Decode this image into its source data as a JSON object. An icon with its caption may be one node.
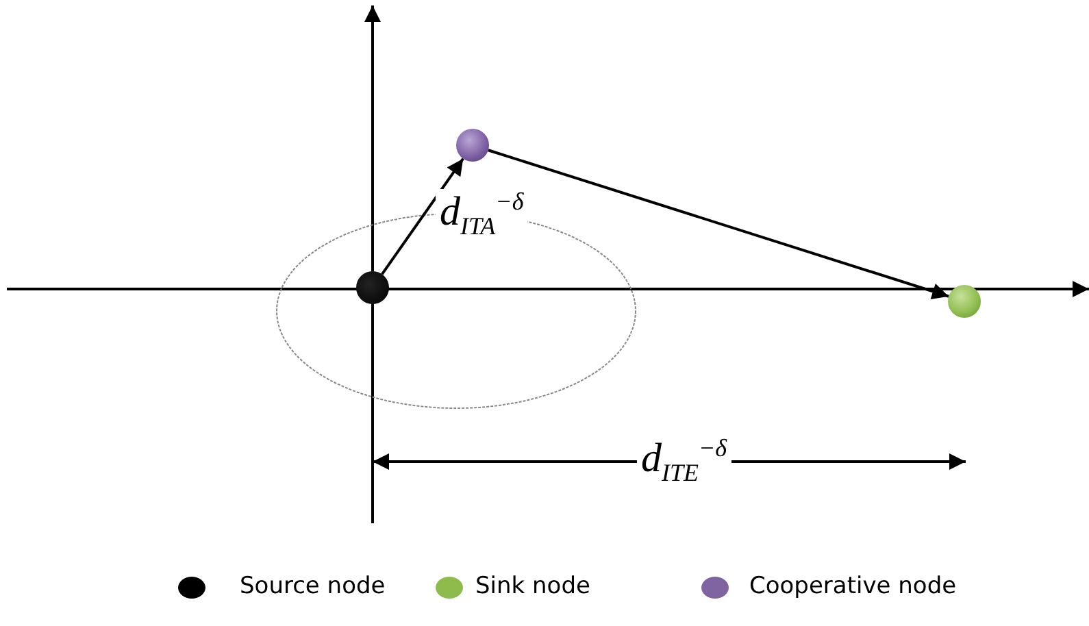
{
  "diagram": {
    "nodes": [
      {
        "text": [],
        "shape": "circle"
      },
      {
        "text": [],
        "shape": "circle"
      },
      {
        "text": [],
        "shape": "circle"
      }
    ],
    "edges": [
      {
        "from": 0,
        "to": 1,
        "arrow": "to",
        "label": "*d*$_{ITA}$$^{−δ}$"
      },
      {
        "from": 1,
        "to": 2,
        "arrow": "to"
      }
    ],
    "labels": [
      "*d*$_{ITE}$$^{−δ}$"
    ],
    "legend": [
      {
        "text": "Source node",
        "color": "#000000"
      },
      {
        "text": "Sink node",
        "color": "#8dbb4c"
      },
      {
        "text": "Cooperative node",
        "color": "#8064a2"
      }
    ]
  }
}
